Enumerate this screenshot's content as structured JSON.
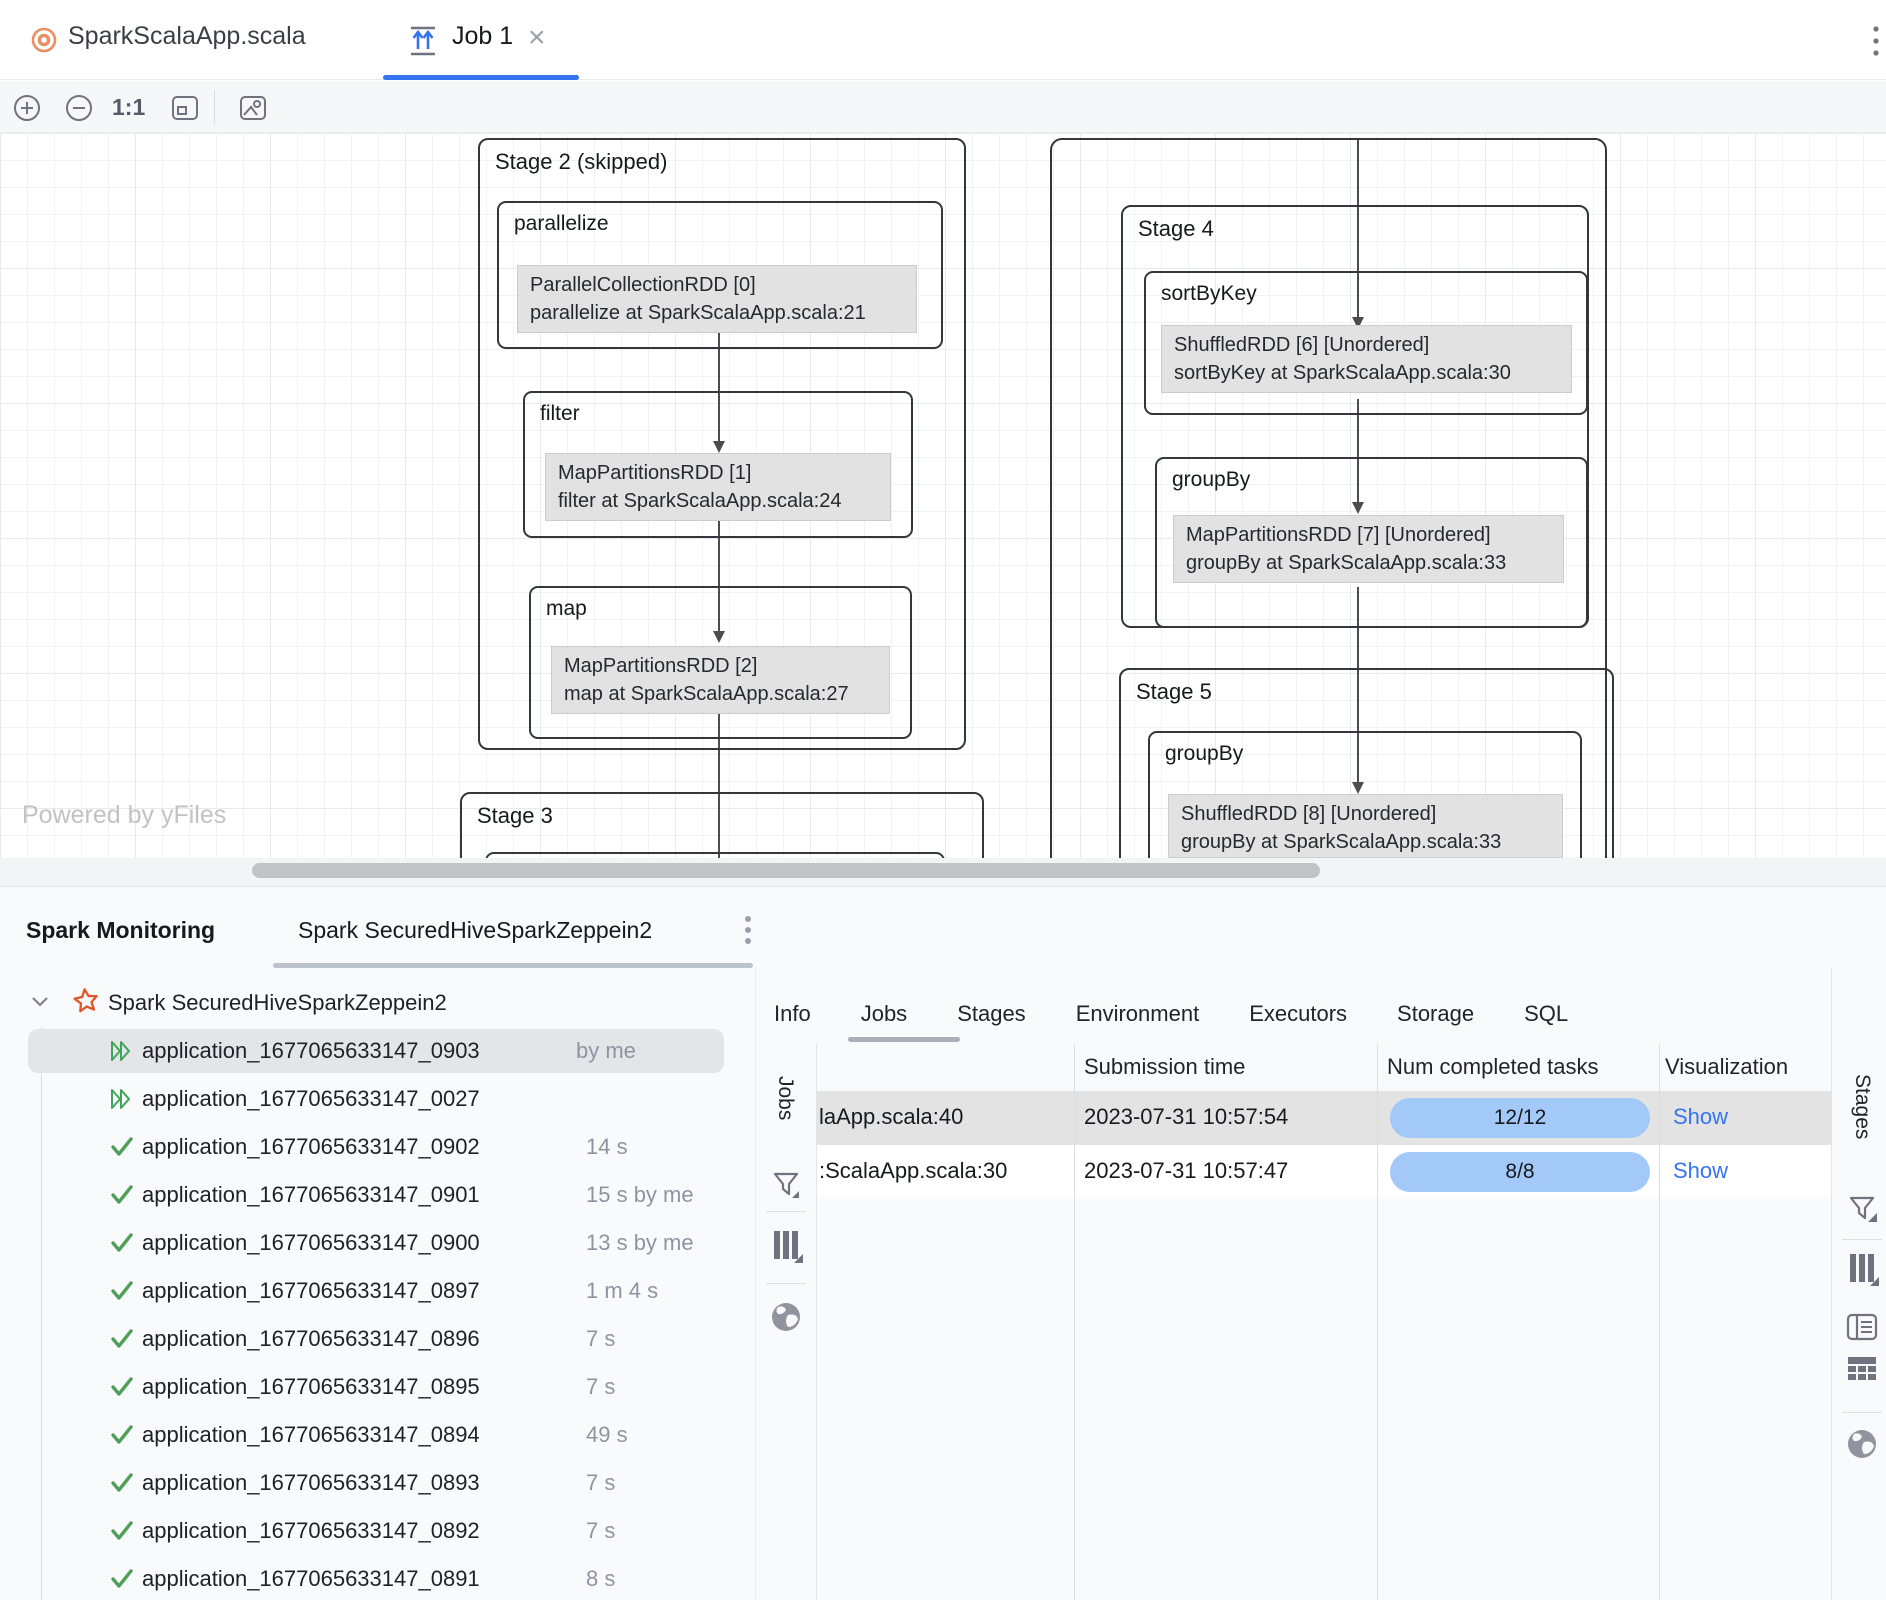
{
  "editor_tabs": {
    "file_tab": "SparkScalaApp.scala",
    "job_tab": "Job 1",
    "close_glyph": "×"
  },
  "toolbar": {
    "zoom_ratio": "1:1"
  },
  "diagram": {
    "watermark": "Powered by yFiles",
    "stage2_title": "Stage 2 (skipped)",
    "stage3_title": "Stage 3",
    "stage4_title": "Stage 4",
    "stage5_title": "Stage 5",
    "ops": [
      {
        "name": "parallelize",
        "l1": "ParallelCollectionRDD [0]",
        "l2": "parallelize at SparkScalaApp.scala:21"
      },
      {
        "name": "filter",
        "l1": "MapPartitionsRDD [1]",
        "l2": "filter at SparkScalaApp.scala:24"
      },
      {
        "name": "map",
        "l1": "MapPartitionsRDD [2]",
        "l2": "map at SparkScalaApp.scala:27"
      },
      {
        "name": "sortByKey",
        "l1": "ShuffledRDD [6] [Unordered]",
        "l2": "sortByKey at SparkScalaApp.scala:30"
      },
      {
        "name": "groupBy",
        "l1": "MapPartitionsRDD [7] [Unordered]",
        "l2": "groupBy at SparkScalaApp.scala:33"
      },
      {
        "name": "groupBy",
        "l1": "ShuffledRDD [8] [Unordered]",
        "l2": "groupBy at SparkScalaApp.scala:33"
      }
    ]
  },
  "monitoring": {
    "title": "Spark Monitoring",
    "tab": "Spark SecuredHiveSparkZeppein2",
    "tree": {
      "root": "Spark SecuredHiveSparkZeppein2",
      "apps": [
        {
          "name": "application_1677065633147_0903",
          "meta": "by me",
          "status": "running",
          "selected": true
        },
        {
          "name": "application_1677065633147_0027",
          "meta": "",
          "status": "running"
        },
        {
          "name": "application_1677065633147_0902",
          "meta": "14 s",
          "status": "done"
        },
        {
          "name": "application_1677065633147_0901",
          "meta": "15 s by me",
          "status": "done"
        },
        {
          "name": "application_1677065633147_0900",
          "meta": "13 s by me",
          "status": "done"
        },
        {
          "name": "application_1677065633147_0897",
          "meta": "1 m 4 s",
          "status": "done"
        },
        {
          "name": "application_1677065633147_0896",
          "meta": "7 s",
          "status": "done"
        },
        {
          "name": "application_1677065633147_0895",
          "meta": "7 s",
          "status": "done"
        },
        {
          "name": "application_1677065633147_0894",
          "meta": "49 s",
          "status": "done"
        },
        {
          "name": "application_1677065633147_0893",
          "meta": "7 s",
          "status": "done"
        },
        {
          "name": "application_1677065633147_0892",
          "meta": "7 s",
          "status": "done"
        },
        {
          "name": "application_1677065633147_0891",
          "meta": "8 s",
          "status": "done"
        }
      ]
    },
    "detail": {
      "tabs": [
        "Info",
        "Jobs",
        "Stages",
        "Environment",
        "Executors",
        "Storage",
        "SQL"
      ],
      "active_tab": "Jobs",
      "left_stripe_label": "Jobs",
      "right_stripe_label": "Stages",
      "table": {
        "headers": {
          "submission": "Submission time",
          "tasks": "Num completed tasks",
          "visualization": "Visualization"
        },
        "rows": [
          {
            "description": "laApp.scala:40",
            "submission_time": "2023-07-31 10:57:54",
            "tasks": "12/12",
            "visualization": "Show"
          },
          {
            "description": ":ScalaApp.scala:30",
            "submission_time": "2023-07-31 10:57:47",
            "tasks": "8/8",
            "visualization": "Show"
          }
        ]
      }
    }
  },
  "colors": {
    "accent_blue": "#3574f0",
    "pill_blue": "#a3c9f8",
    "green": "#4f9e58",
    "orange": "#e0572b",
    "icon_gray": "#6e737f"
  }
}
